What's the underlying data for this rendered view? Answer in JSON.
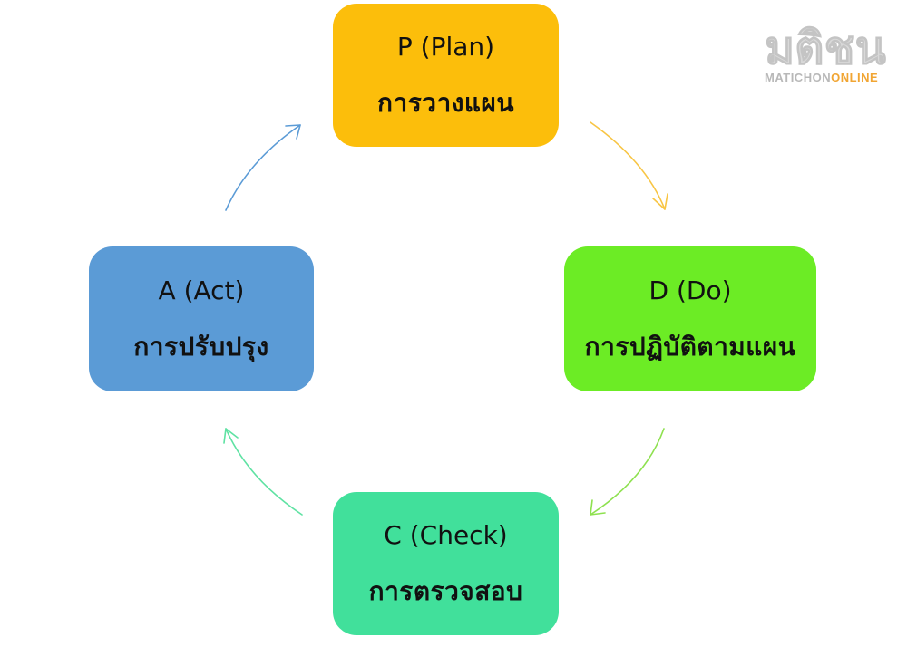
{
  "colors": {
    "plan": "#FCBE0B",
    "do": "#6CEC25",
    "check": "#41E09B",
    "act": "#5B9BD6",
    "arrow_plan_do": "#F8C544",
    "arrow_do_check": "#8EE14F",
    "arrow_check_act": "#5FE2A3",
    "arrow_act_plan": "#5B9BD6"
  },
  "cycle": {
    "plan": {
      "code": "P (Plan)",
      "label": "การวางแผน"
    },
    "do": {
      "code": "D (Do)",
      "label": "การปฏิบัติตามแผน"
    },
    "check": {
      "code": "C (Check)",
      "label": "การตรวจสอบ"
    },
    "act": {
      "code": "A (Act)",
      "label": "การปรับปรุง"
    }
  },
  "logo": {
    "wordmark": "มติชน",
    "sub_main": "MATICHON",
    "sub_accent": "ONLINE"
  }
}
